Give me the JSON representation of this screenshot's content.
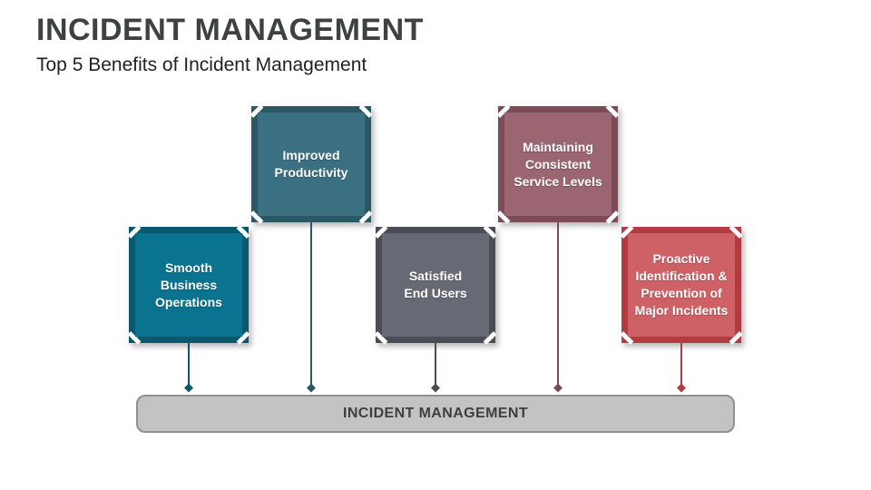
{
  "header": {
    "title": "INCIDENT MANAGEMENT",
    "subtitle": "Top 5 Benefits of Incident Management",
    "title_color": "#3f4040",
    "subtitle_color": "#222222"
  },
  "diagram": {
    "benefits": [
      {
        "label": "Smooth\nBusiness\nOperations",
        "fill": "#0a7490",
        "frame": "#09586e"
      },
      {
        "label": "Improved\nProductivity",
        "fill": "#3a7081",
        "frame": "#2c5765"
      },
      {
        "label": "Satisfied\nEnd Users",
        "fill": "#676a75",
        "frame": "#4a4c56"
      },
      {
        "label": "Maintaining\nConsistent\nService Levels",
        "fill": "#9b6571",
        "frame": "#7c4b58"
      },
      {
        "label": "Proactive\nIdentification &\nPrevention of\nMajor Incidents",
        "fill": "#cd6166",
        "frame": "#b23a41"
      }
    ],
    "base": {
      "label": "INCIDENT MANAGEMENT",
      "fill": "#c3c3c3",
      "border": "#909091",
      "text_color": "#3f3f3f"
    }
  }
}
